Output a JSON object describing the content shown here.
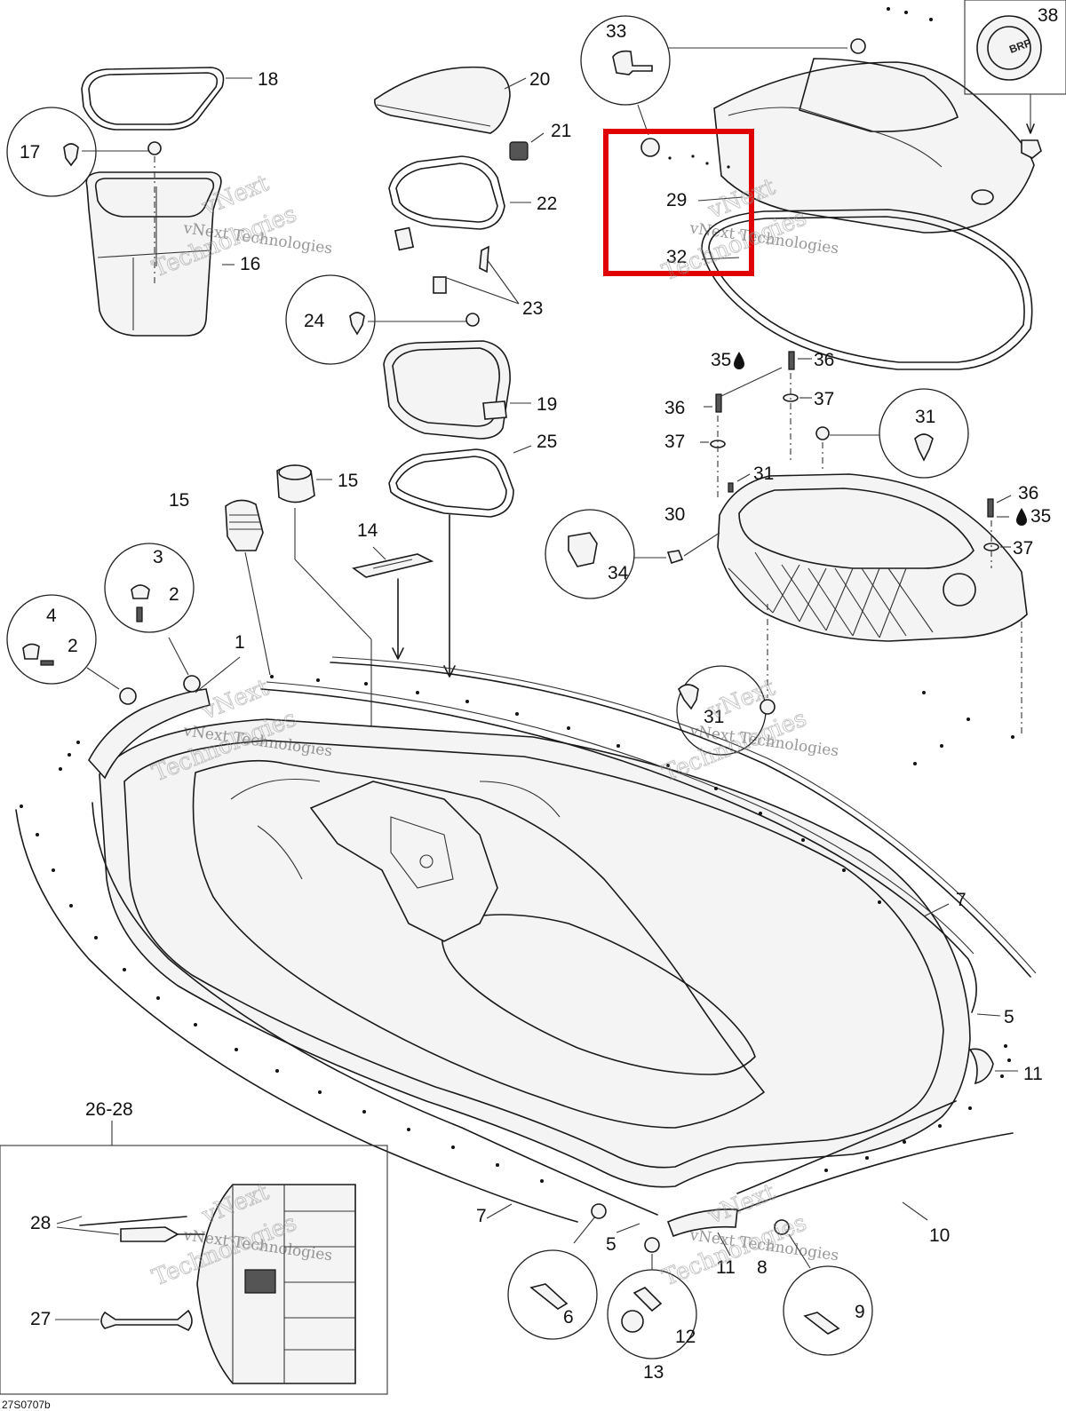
{
  "diagram": {
    "drawing_code": "27S0707b",
    "logo_text": "BRP",
    "watermark": {
      "line1": "vNext Technologies",
      "line2": "vNext",
      "line3": "Technologies"
    },
    "highlight_color": "#e00000",
    "highlighted_callouts": [
      "29",
      "32"
    ],
    "callouts": {
      "c1": "1",
      "c2a": "2",
      "c2b": "2",
      "c3": "3",
      "c4": "4",
      "c5a": "5",
      "c5b": "5",
      "c6": "6",
      "c7a": "7",
      "c7b": "7",
      "c8": "8",
      "c9": "9",
      "c10": "10",
      "c11a": "11",
      "c11b": "11",
      "c12": "12",
      "c13": "13",
      "c14": "14",
      "c15a": "15",
      "c15b": "15",
      "c16": "16",
      "c17": "17",
      "c18": "18",
      "c19": "19",
      "c20": "20",
      "c21": "21",
      "c22": "22",
      "c23": "23",
      "c24": "24",
      "c25": "25",
      "c2628": "26-28",
      "c27": "27",
      "c28": "28",
      "c29": "29",
      "c30": "30",
      "c31a": "31",
      "c31b": "31",
      "c31c": "31",
      "c32": "32",
      "c33": "33",
      "c34": "34",
      "c35a": "35",
      "c35b": "35",
      "c36a": "36",
      "c36b": "36",
      "c36c": "36",
      "c37a": "37",
      "c37b": "37",
      "c37c": "37",
      "c38": "38"
    }
  }
}
